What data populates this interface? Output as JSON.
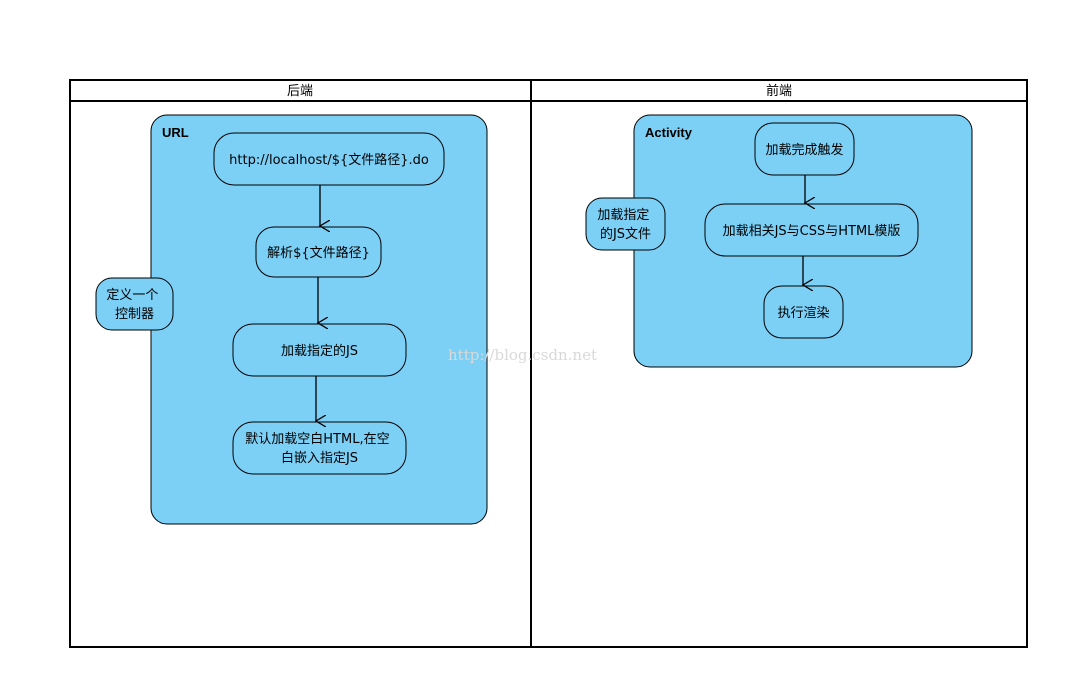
{
  "lanes": {
    "backend": {
      "title": "后端"
    },
    "frontend": {
      "title": "前端"
    }
  },
  "regions": {
    "url": {
      "title": "URL"
    },
    "activity": {
      "title": "Activity"
    }
  },
  "nodes": {
    "define_controller": {
      "lines": [
        "定义一个",
        "控制器"
      ]
    },
    "localhost_url": {
      "lines": [
        "http://localhost/${文件路径}.do"
      ]
    },
    "parse_path": {
      "lines": [
        "解析${文件路径}"
      ]
    },
    "load_specified_js": {
      "lines": [
        "加载指定的JS"
      ]
    },
    "default_load_html": {
      "lines": [
        "默认加载空白HTML,在空",
        "白嵌入指定JS"
      ]
    },
    "load_js_file": {
      "lines": [
        "加载指定",
        "的JS文件"
      ]
    },
    "load_complete_trigger": {
      "lines": [
        "加载完成触发"
      ]
    },
    "load_templates": {
      "lines": [
        "加载相关JS与CSS与HTML模版"
      ]
    },
    "execute_render": {
      "lines": [
        "执行渲染"
      ]
    }
  },
  "watermark": "http://blog.csdn.net",
  "colors": {
    "region_fill": "#7ccff5",
    "node_fill": "#7ccff5",
    "stroke": "#000000",
    "watermark": "#d9d9d9"
  }
}
